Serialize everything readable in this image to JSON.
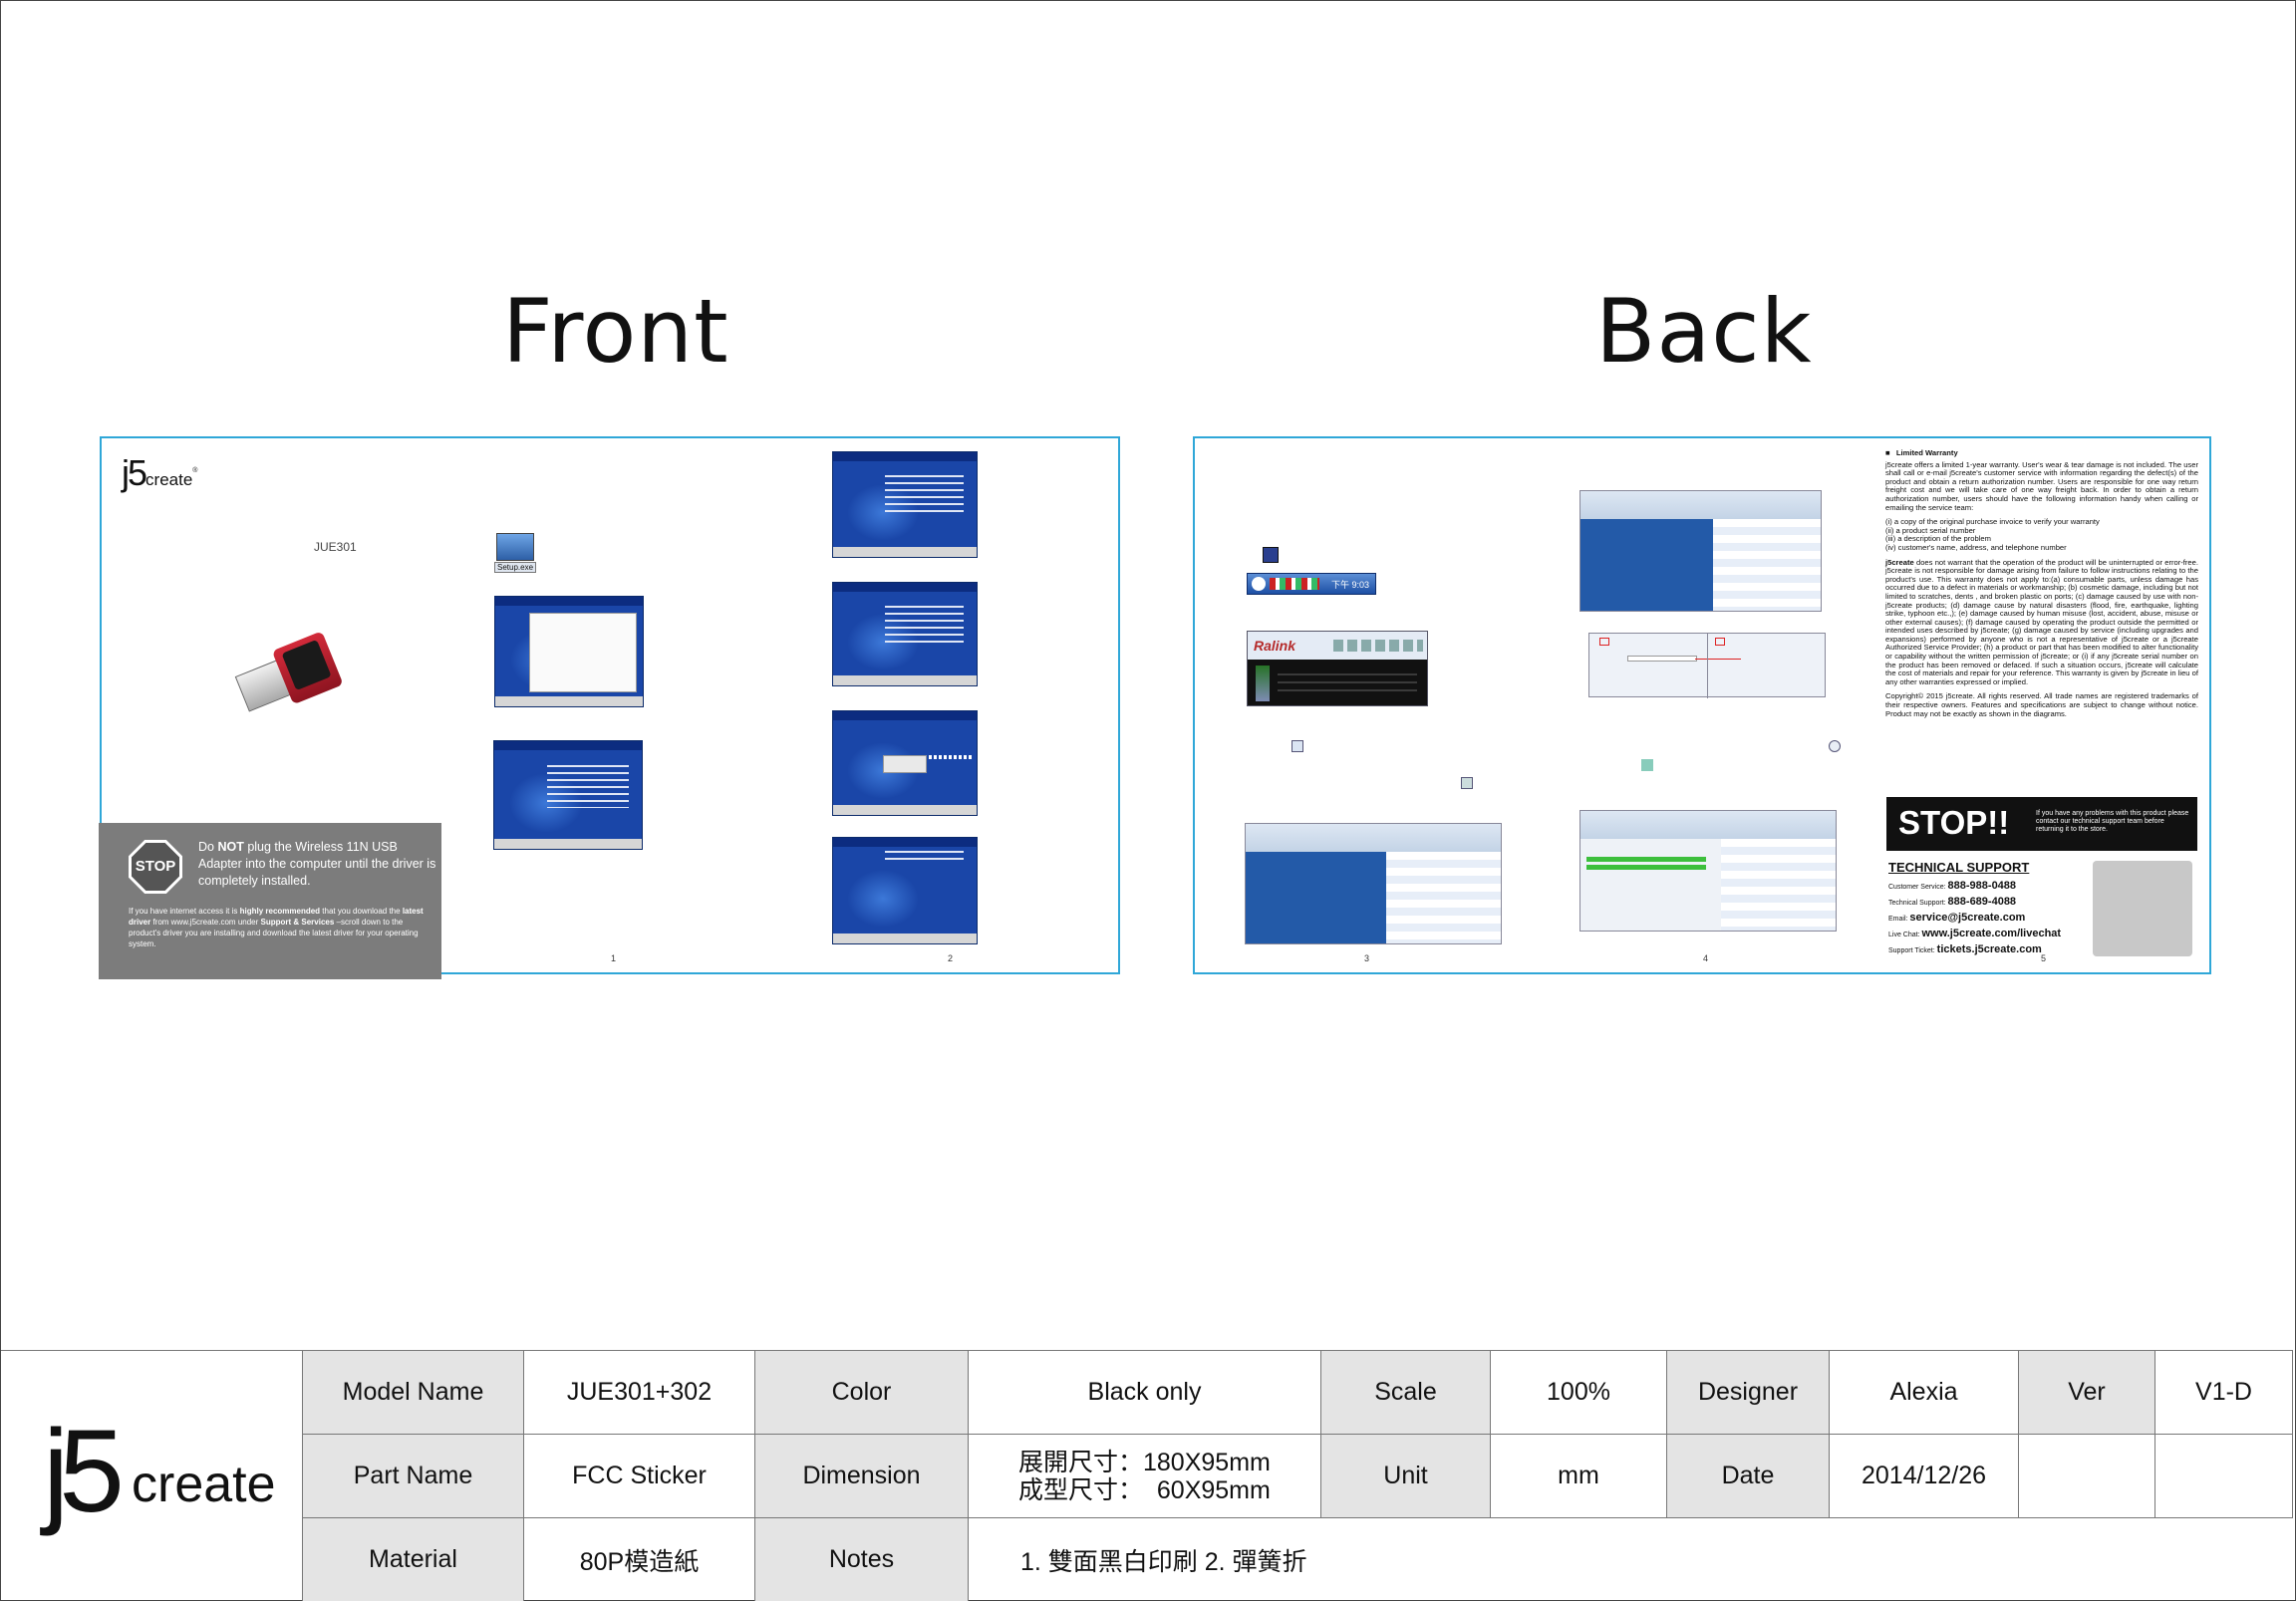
{
  "headings": {
    "front": "Front",
    "back": "Back"
  },
  "brand": {
    "logo_j5": "j5",
    "logo_create": "create",
    "reg": "®"
  },
  "front": {
    "model": "JUE301",
    "setup_icon_label": "Setup.exe",
    "stop_box": {
      "stop_sign": "STOP",
      "warn_1": "Do ",
      "warn_not": "NOT",
      "warn_2": " plug the Wireless 11N USB Adapter into the computer until the driver is completely installed.",
      "p1": "If you have internet access it is ",
      "p1_bold": "highly recommended",
      "p2": " that you download the ",
      "p2_bold": "latest driver",
      "p3": " from www.j5create.com under ",
      "p3_bold": "Support & Services",
      "p4": " –scroll down to the product's driver you are installing and download the latest driver for your operating system."
    },
    "page_1": "1",
    "page_2": "2"
  },
  "back": {
    "tray_time": "下午 9:03",
    "ralink_brand": "Ralink",
    "page_3": "3",
    "page_4": "4",
    "page_5": "5",
    "warranty": {
      "title": "Limited Warranty",
      "para1": "j5create offers a limited 1-year warranty. User's wear & tear damage is not included. The user shall call or e-mail j5create's customer service with information regarding the defect(s) of the product and obtain a return authorization number. Users are responsible for one way return freight cost and we will take care of one way freight back. In order to obtain a return authorization number, users should have the following information handy when calling or emailing the service team:",
      "list": [
        "(i)    a copy of the original purchase invoice to verify your warranty",
        "(ii)   a product serial number",
        "(iii)  a description of the problem",
        "(iv)   customer's name, address, and telephone number"
      ],
      "para2_brand": "j5create",
      "para2": " does not warrant that the operation of the product will be uninterrupted or error-free. j5create is not responsible for damage arising from failure to follow instructions relating to the product's use. This warranty does not apply to:(a) consumable parts, unless damage has occurred due to a defect in materials or workmanship; (b) cosmetic damage, including but not limited to scratches, dents , and broken plastic on ports; (c) damage caused by use with non-j5create products; (d) damage cause by natural disasters (flood, fire, earthquake, lighting strike, typhoon etc.,); (e) damage caused by human misuse (lost, accident, abuse, misuse or other external causes); (f) damage caused by operating the product outside the permitted or intended uses described by j5create; (g) damage caused by service (including upgrades and expansions) performed by anyone who is not a representative of j5create or a j5create Authorized Service Provider; (h) a product or part that has been modified to alter functionality or capability without the written permission of j5create; or (i) if any j5create serial number on the product has been removed or defaced. If such a situation occurs, j5create will calculate the cost of materials and repair for your reference. This warranty is given by j5create in lieu of any other warranties expressed or implied.",
      "para3": "Copyright© 2015 j5create. All rights reserved. All trade names are registered trademarks of their respective owners. Features and specifications are subject to change without notice. Product may not be exactly as shown in the diagrams."
    },
    "stop_banner": {
      "big": "STOP!!",
      "small": "If you have any problems with this product please contact our technical support team before returning it to the store."
    },
    "support": {
      "heading": "TECHNICAL SUPPORT",
      "rows": [
        {
          "label": "Customer Service:",
          "value": "888-988-0488"
        },
        {
          "label": "Technical Support:",
          "value": "888-689-4088"
        },
        {
          "label": "Email:",
          "value": "service@j5create.com"
        },
        {
          "label": "Live Chat:",
          "value": "www.j5create.com/livechat"
        },
        {
          "label": "Support Ticket:",
          "value": "tickets.j5create.com"
        }
      ]
    }
  },
  "titleblock": {
    "logo_j5": "j5",
    "logo_create": "create",
    "rows": [
      [
        {
          "label": "Model Name",
          "value": "JUE301+302"
        },
        {
          "label": "Color",
          "value": "Black only"
        },
        {
          "label": "Scale",
          "value": "100%"
        },
        {
          "label": "Designer",
          "value": "Alexia"
        },
        {
          "label": "Ver",
          "value": "V1-D"
        }
      ],
      [
        {
          "label": "Part Name",
          "value": "FCC Sticker"
        },
        {
          "label": "Dimension",
          "value_line1": "展開尺寸：180X95mm",
          "value_line2": "成型尺寸：  60X95mm"
        },
        {
          "label": "Unit",
          "value": "mm"
        },
        {
          "label": "Date",
          "value": "2014/12/26"
        }
      ],
      [
        {
          "label": "Material",
          "value": "80P模造紙"
        },
        {
          "label": "Notes",
          "value": "1. 雙面黑白印刷 2. 彈簧折"
        }
      ]
    ]
  }
}
